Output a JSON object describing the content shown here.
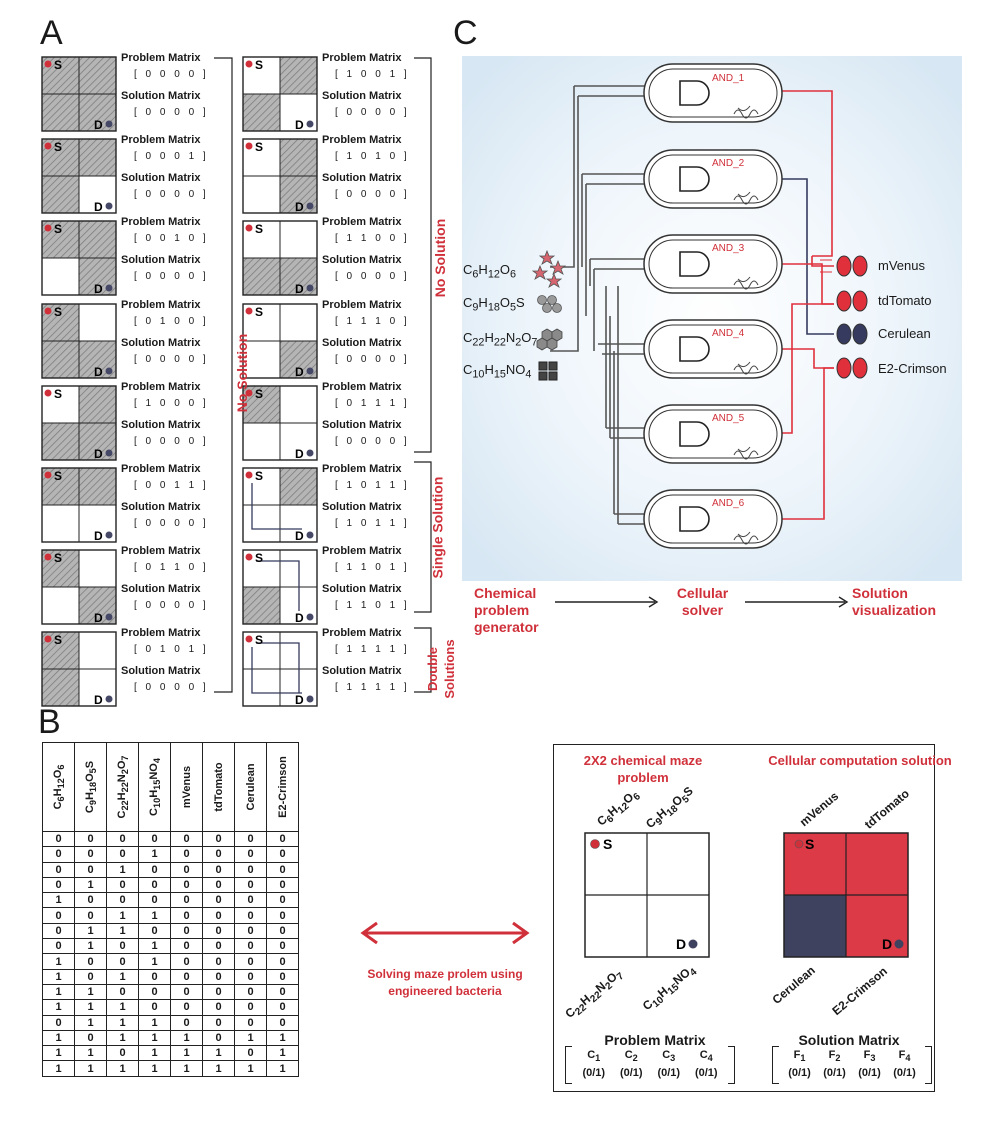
{
  "panel_letters": {
    "a": "A",
    "b": "B",
    "c": "C"
  },
  "panel_a": {
    "problem_label": "Problem Matrix",
    "solution_label": "Solution Matrix",
    "start_label": "S",
    "dest_label": "D",
    "left_column": [
      {
        "problem": "0 0 0 0",
        "solution": "0 0 0 0"
      },
      {
        "problem": "0 0 0 1",
        "solution": "0 0 0 0"
      },
      {
        "problem": "0 0 1 0",
        "solution": "0 0 0 0"
      },
      {
        "problem": "0 1 0 0",
        "solution": "0 0 0 0"
      },
      {
        "problem": "1 0 0 0",
        "solution": "0 0 0 0"
      },
      {
        "problem": "0 0 1 1",
        "solution": "0 0 0 0"
      },
      {
        "problem": "0 1 1 0",
        "solution": "0 0 0 0"
      },
      {
        "problem": "0 1 0 1",
        "solution": "0 0 0 0"
      }
    ],
    "right_column": [
      {
        "problem": "1 0 0 1",
        "solution": "0 0 0 0"
      },
      {
        "problem": "1 0 1 0",
        "solution": "0 0 0 0"
      },
      {
        "problem": "1 1 0 0",
        "solution": "0 0 0 0"
      },
      {
        "problem": "1 1 1 0",
        "solution": "0 0 0 0"
      },
      {
        "problem": "0 1 1 1",
        "solution": "0 0 0 0"
      },
      {
        "problem": "1 0 1 1",
        "solution": "1 0 1 1"
      },
      {
        "problem": "1 1 0 1",
        "solution": "1 1 0 1"
      },
      {
        "problem": "1 1 1 1",
        "solution": "1 1 1 1"
      }
    ],
    "no_solution_middle": "No Solution",
    "no_solution_right": "No Solution",
    "single_solution": "Single Solution",
    "double_solutions": "Double Solutions"
  },
  "panel_c": {
    "gates": [
      "AND_1",
      "AND_2",
      "AND_3",
      "AND_4",
      "AND_5",
      "AND_6"
    ],
    "chemicals": [
      "C6H12O6",
      "C9H18O5S",
      "C22H22N2O7",
      "C10H15NO4"
    ],
    "reporters": [
      "mVenus",
      "tdTomato",
      "Cerulean",
      "E2-Crimson"
    ],
    "reporter_colors": [
      "#e0303c",
      "#e0303c",
      "#353a5e",
      "#e0303c"
    ],
    "flow": [
      "Chemical problem generator",
      "Cellular solver",
      "Solution visualization"
    ]
  },
  "panel_b": {
    "headers": [
      "C6H12O6",
      "C9H18O5S",
      "C22H22N2O7",
      "C10H15NO4",
      "mVenus",
      "tdTomato",
      "Cerulean",
      "E2-Crimson"
    ],
    "rows": [
      [
        0,
        0,
        0,
        0,
        0,
        0,
        0,
        0
      ],
      [
        0,
        0,
        0,
        1,
        0,
        0,
        0,
        0
      ],
      [
        0,
        0,
        1,
        0,
        0,
        0,
        0,
        0
      ],
      [
        0,
        1,
        0,
        0,
        0,
        0,
        0,
        0
      ],
      [
        1,
        0,
        0,
        0,
        0,
        0,
        0,
        0
      ],
      [
        0,
        0,
        1,
        1,
        0,
        0,
        0,
        0
      ],
      [
        0,
        1,
        1,
        0,
        0,
        0,
        0,
        0
      ],
      [
        0,
        1,
        0,
        1,
        0,
        0,
        0,
        0
      ],
      [
        1,
        0,
        0,
        1,
        0,
        0,
        0,
        0
      ],
      [
        1,
        0,
        1,
        0,
        0,
        0,
        0,
        0
      ],
      [
        1,
        1,
        0,
        0,
        0,
        0,
        0,
        0
      ],
      [
        1,
        1,
        1,
        0,
        0,
        0,
        0,
        0
      ],
      [
        0,
        1,
        1,
        1,
        0,
        0,
        0,
        0
      ],
      [
        1,
        0,
        1,
        1,
        1,
        0,
        1,
        1
      ],
      [
        1,
        1,
        0,
        1,
        1,
        1,
        0,
        1
      ],
      [
        1,
        1,
        1,
        1,
        1,
        1,
        1,
        1
      ]
    ],
    "arrow_caption": "Solving maze prolem using engineered bacteria",
    "maze_title": "2X2 chemical maze problem",
    "solution_title": "Cellular computation solution",
    "problem_matrix_label": "Problem Matrix",
    "solution_matrix_label": "Solution Matrix",
    "problem_vars": [
      {
        "sym": "C",
        "sub": "1",
        "val": "(0/1)"
      },
      {
        "sym": "C",
        "sub": "2",
        "val": "(0/1)"
      },
      {
        "sym": "C",
        "sub": "3",
        "val": "(0/1)"
      },
      {
        "sym": "C",
        "sub": "4",
        "val": "(0/1)"
      }
    ],
    "solution_vars": [
      {
        "sym": "F",
        "sub": "1",
        "val": "(0/1)"
      },
      {
        "sym": "F",
        "sub": "2",
        "val": "(0/1)"
      },
      {
        "sym": "F",
        "sub": "3",
        "val": "(0/1)"
      },
      {
        "sym": "F",
        "sub": "4",
        "val": "(0/1)"
      }
    ],
    "maze_labels": {
      "top_left": "C6H12O6",
      "top_right": "C9H18O5S",
      "bottom_left": "C22H22N2O7",
      "bottom_right": "C10H15NO4"
    },
    "solution_labels": {
      "top_left": "mVenus",
      "top_right": "tdTomato",
      "bottom_left": "Cerulean",
      "bottom_right": "E2-Crimson"
    },
    "solution_cell_colors": [
      "#dc3a47",
      "#dc3a47",
      "#3f425f",
      "#dc3a47"
    ]
  }
}
